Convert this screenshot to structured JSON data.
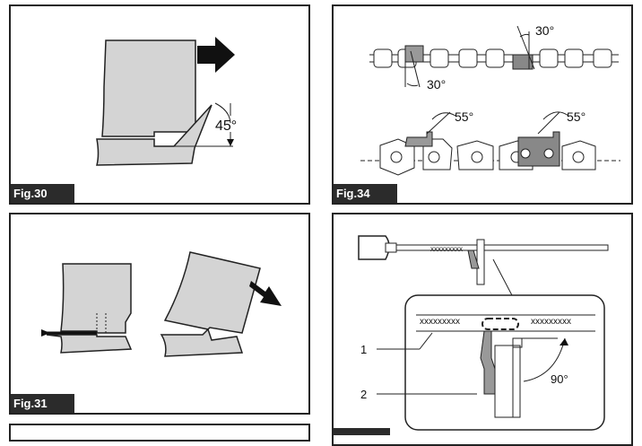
{
  "panels": {
    "fig30": {
      "label": "Fig.30",
      "angle": "45°"
    },
    "fig34": {
      "label": "Fig.34",
      "angle_top_right": "30°",
      "angle_top_left": "30°",
      "angle_bottom_left": "55°",
      "angle_bottom_right": "55°"
    },
    "fig31": {
      "label": "Fig.31"
    },
    "fig_bottom_right": {
      "label": "",
      "callout_1": "1",
      "callout_2": "2",
      "angle": "90°"
    }
  }
}
